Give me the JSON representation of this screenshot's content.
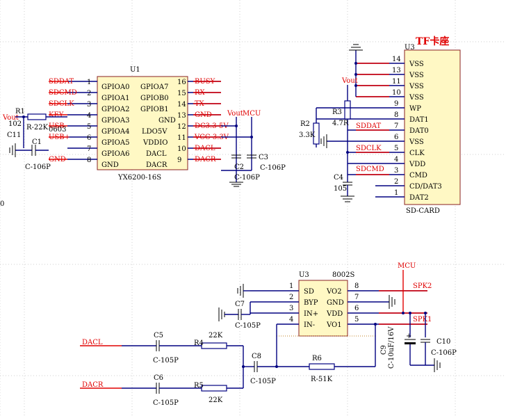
{
  "u1": {
    "ref": "U1",
    "part": "YX6200-16S",
    "pins_left": [
      {
        "num": "1",
        "name": "GPIOA0",
        "net": "SDDAT"
      },
      {
        "num": "2",
        "name": "GPIOA1",
        "net": "SDCMD"
      },
      {
        "num": "3",
        "name": "GPIOA2",
        "net": "SDCLK"
      },
      {
        "num": "4",
        "name": "GPIOA3",
        "net": "KEY"
      },
      {
        "num": "5",
        "name": "GPIOA4",
        "net": "USB-"
      },
      {
        "num": "6",
        "name": "GPIOA5",
        "net": "USB+"
      },
      {
        "num": "7",
        "name": "GPIOA6",
        "net": ""
      },
      {
        "num": "8",
        "name": "GND",
        "net": "GND"
      }
    ],
    "pins_right": [
      {
        "num": "16",
        "name": "GPIOA7",
        "net": "BUSY"
      },
      {
        "num": "15",
        "name": "GPIOB0",
        "net": "RX"
      },
      {
        "num": "14",
        "name": "GPIOB1",
        "net": "TX"
      },
      {
        "num": "13",
        "name": "GND",
        "net": "GND"
      },
      {
        "num": "12",
        "name": "LDO5V",
        "net": "DC3.3-5V"
      },
      {
        "num": "11",
        "name": "VDDIO",
        "net": "VCC-3.3V"
      },
      {
        "num": "10",
        "name": "DACL",
        "net": "DACL"
      },
      {
        "num": "9",
        "name": "DACR",
        "net": "DACR"
      }
    ]
  },
  "u3_card": {
    "ref": "U3",
    "part": "SD-CARD",
    "title": "TF卡座",
    "pins": [
      {
        "num": "14",
        "name": "VSS",
        "net": ""
      },
      {
        "num": "13",
        "name": "VSS",
        "net": ""
      },
      {
        "num": "11",
        "name": "VSS",
        "net": ""
      },
      {
        "num": "10",
        "name": "VSS",
        "net": ""
      },
      {
        "num": "9",
        "name": "WP",
        "net": ""
      },
      {
        "num": "8",
        "name": "DAT1",
        "net": ""
      },
      {
        "num": "7",
        "name": "DAT0",
        "net": "SDDAT"
      },
      {
        "num": "6",
        "name": "VSS",
        "net": ""
      },
      {
        "num": "5",
        "name": "CLK",
        "net": "SDCLK"
      },
      {
        "num": "4",
        "name": "VDD",
        "net": ""
      },
      {
        "num": "3",
        "name": "CMD",
        "net": "SDCMD"
      },
      {
        "num": "2",
        "name": "CD/DAT3",
        "net": ""
      },
      {
        "num": "1",
        "name": "DAT2",
        "net": ""
      }
    ]
  },
  "u3_amp": {
    "ref": "U3",
    "part": "8002S",
    "pins_left": [
      {
        "num": "1",
        "name": "SD"
      },
      {
        "num": "2",
        "name": "BYP"
      },
      {
        "num": "3",
        "name": "IN+"
      },
      {
        "num": "4",
        "name": "IN-"
      }
    ],
    "pins_right": [
      {
        "num": "8",
        "name": "VO2",
        "net": "SPK2"
      },
      {
        "num": "7",
        "name": "GND",
        "net": ""
      },
      {
        "num": "6",
        "name": "VDD",
        "net": ""
      },
      {
        "num": "5",
        "name": "VO1",
        "net": "SPK1"
      }
    ]
  },
  "components": {
    "r1": {
      "ref": "R1",
      "value": "R-22K",
      "extra": "0603"
    },
    "c11": {
      "ref": "C11",
      "value": "102"
    },
    "c1": {
      "ref": "C1",
      "value": "C-106P"
    },
    "c2": {
      "ref": "C2",
      "value": "C-106P"
    },
    "c3": {
      "ref": "C3",
      "value": "C-106P"
    },
    "r2": {
      "ref": "R2",
      "value": "3.3K"
    },
    "r3": {
      "ref": "R3",
      "value": "4.7R"
    },
    "c4": {
      "ref": "C4",
      "value": "105"
    },
    "c5": {
      "ref": "C5",
      "value": "C-105P"
    },
    "c6": {
      "ref": "C6",
      "value": "C-105P"
    },
    "c7": {
      "ref": "C7",
      "value": "C-105P"
    },
    "c8": {
      "ref": "C8",
      "value": "C-105P"
    },
    "c9": {
      "ref": "C9",
      "value": "C-10uF/16V"
    },
    "c10": {
      "ref": "C10",
      "value": "C-106P"
    },
    "r4": {
      "ref": "R4",
      "value": "22K"
    },
    "r5": {
      "ref": "R5",
      "value": "22K"
    },
    "r6": {
      "ref": "R6",
      "value": "R-51K"
    }
  },
  "nets": {
    "vout": "Vout",
    "mcu": "MCU",
    "dacl": "DACL",
    "dacr": "DACR",
    "spk1": "SPK1",
    "spk2": "SPK2"
  }
}
